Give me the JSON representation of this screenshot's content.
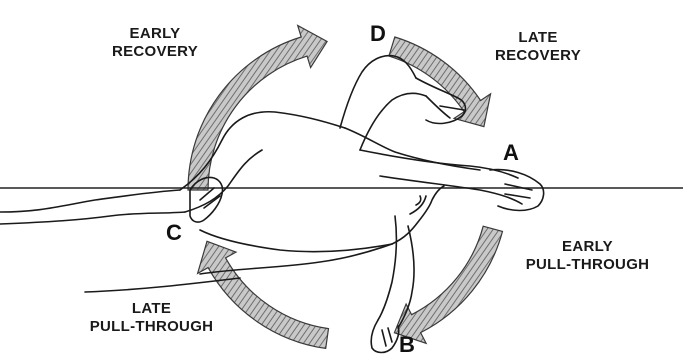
{
  "labels": {
    "early_recovery": [
      "EARLY",
      "RECOVERY"
    ],
    "late_recovery": [
      "LATE",
      "RECOVERY"
    ],
    "early_pull_through": [
      "EARLY",
      "PULL-THROUGH"
    ],
    "late_pull_through": [
      "LATE",
      "PULL-THROUGH"
    ]
  },
  "points": {
    "a": "A",
    "b": "B",
    "c": "C",
    "d": "D"
  },
  "colors": {
    "ink": "#1a1a1a",
    "arrow_fill": "#bdbdbd",
    "arrow_hatch": "#6e6e6e",
    "background": "#ffffff"
  }
}
